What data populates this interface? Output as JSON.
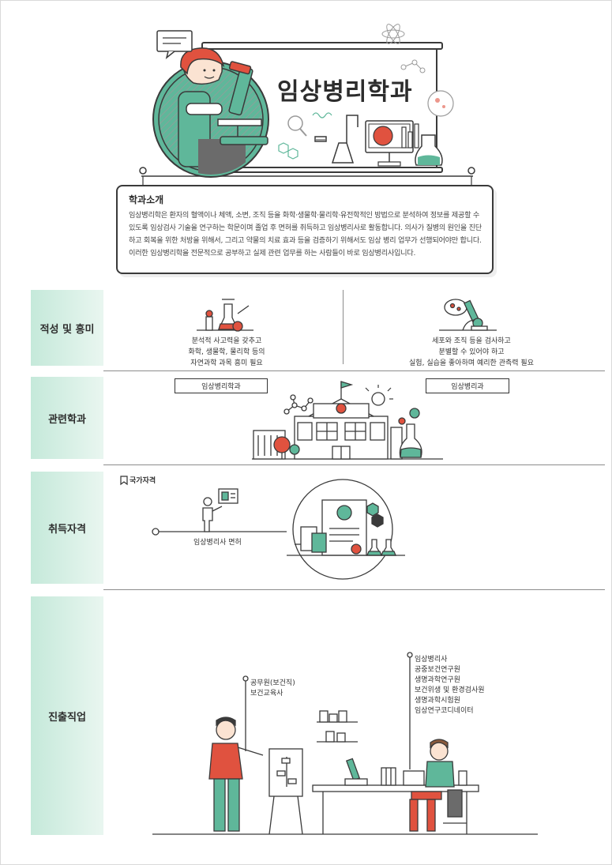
{
  "title": "임상병리학과",
  "intro": {
    "heading": "학과소개",
    "body": "임상병리학은 환자의 혈액이나 체액, 소변, 조직 등을 화학·생물학·물리학·유전학적인 방법으로 분석하여 정보를 제공할 수 있도록 임상검사 기술을 연구하는 학문이며 졸업 후 면허를 취득하고 임상병리사로 활동합니다. 의사가 질병의 원인을 진단하고 회복을 위한 처방을 위해서, 그리고 약물의 치료 효과 등을 검증하기 위해서도 임상 병리 업무가 선행되어야만 합니다. 이러한 임상병리학을 전문적으로 공부하고 실제 관련 업무를 하는 사람들이 바로 임상병리사입니다."
  },
  "sections": {
    "aptitude": "적성 및 흥미",
    "related": "관련학과",
    "license": "취득자격",
    "career": "진출직업"
  },
  "aptitude": {
    "left": [
      "분석적 사고력을 갖추고",
      "화학, 생물학, 물리학 등의",
      "자연과학 과목 흥미 필요"
    ],
    "right": [
      "세포와 조직 등을 검사하고",
      "분별할 수 있어야 하고",
      "실험, 실습을 좋아하며 예리한 관측력 필요"
    ]
  },
  "related": {
    "tag_left": "임상병리학과",
    "tag_right": "임상병리과"
  },
  "license": {
    "category": "국가자격",
    "item": "임상병리사 면허"
  },
  "career": {
    "group1": [
      "공무원(보건직)",
      "보건교육사"
    ],
    "group2": [
      "임상병리사",
      "공중보건연구원",
      "생명과학연구원",
      "보건위생 및 환경검사원",
      "생명과학시험원",
      "임상연구코디네이터"
    ]
  },
  "colors": {
    "accent_green": "#5fb79a",
    "label_bg": "#c5e9da",
    "accent_red": "#e0523f",
    "line": "#3a3a3a"
  }
}
